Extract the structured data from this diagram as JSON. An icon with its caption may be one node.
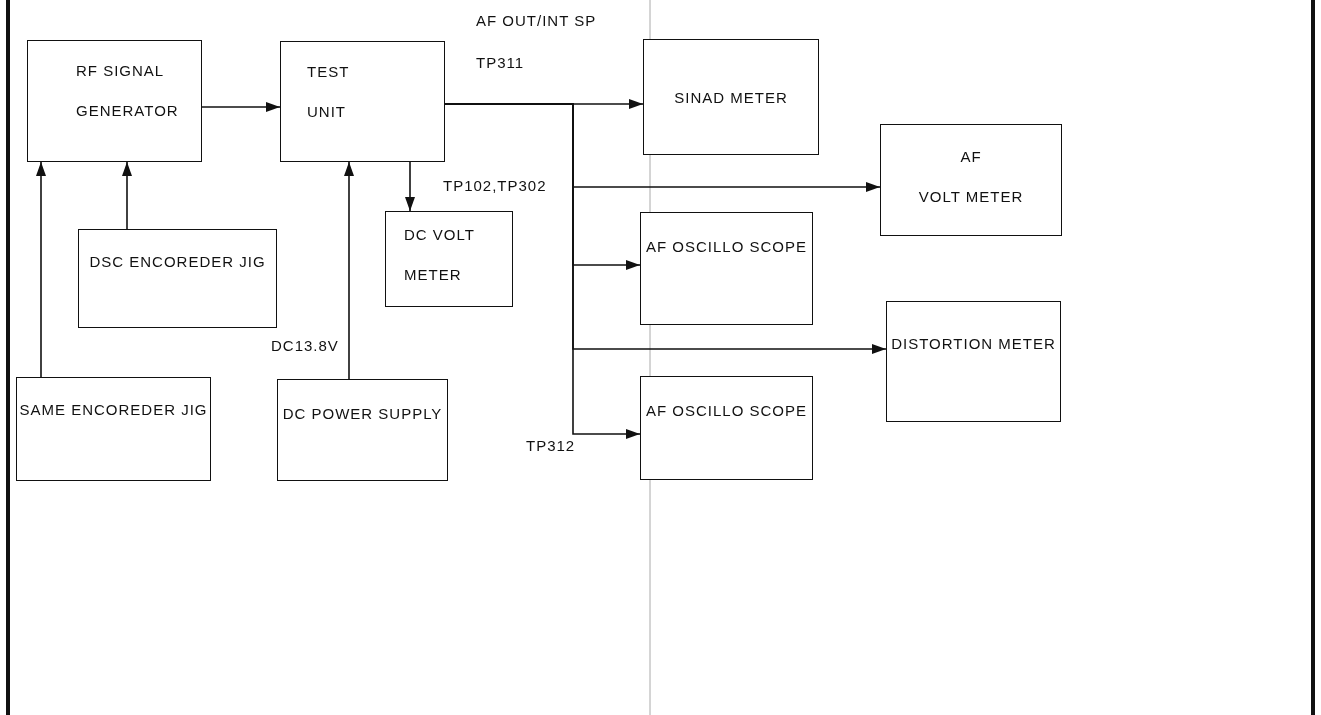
{
  "diagram": {
    "nodes": [
      {
        "text": [
          "RF SIGNAL GENERATOR"
        ]
      },
      {
        "text": [
          "TEST UNIT"
        ]
      },
      {
        "text": [
          "SINAD METER"
        ]
      },
      {
        "text": [
          "AF",
          "VOLT METER"
        ]
      },
      {
        "text": [
          "DC VOLT METER"
        ]
      },
      {
        "text": [
          "DSC ENCOREDER JIG"
        ]
      },
      {
        "text": [
          "AF OSCILLO SCOPE"
        ]
      },
      {
        "text": [
          "DISTORTION METER"
        ]
      },
      {
        "text": [
          "SAME ENCOREDER JIG"
        ]
      },
      {
        "text": [
          "DC POWER SUPPLY"
        ]
      },
      {
        "text": [
          "AF OSCILLO SCOPE"
        ]
      }
    ],
    "edges": [
      {
        "from": 0,
        "to": 1,
        "arrow": "to"
      },
      {
        "from": 8,
        "to": 0,
        "arrow": "to"
      },
      {
        "from": 5,
        "to": 0,
        "arrow": "to"
      },
      {
        "from": 9,
        "to": 1,
        "arrow": "to"
      },
      {
        "from": 1,
        "to": 4,
        "arrow": "to"
      },
      {
        "from": 1,
        "to": 2,
        "arrow": "to"
      },
      {
        "from": 1,
        "to": 3,
        "arrow": "to"
      },
      {
        "from": 1,
        "to": 6,
        "arrow": "to"
      },
      {
        "from": 1,
        "to": 7,
        "arrow": "to"
      },
      {
        "from": 1,
        "to": 10,
        "arrow": "to"
      }
    ],
    "labels": [
      "AF OUT/INT SP",
      "TP311",
      "TP102,TP302",
      "DC13.8V",
      "TP312"
    ]
  }
}
